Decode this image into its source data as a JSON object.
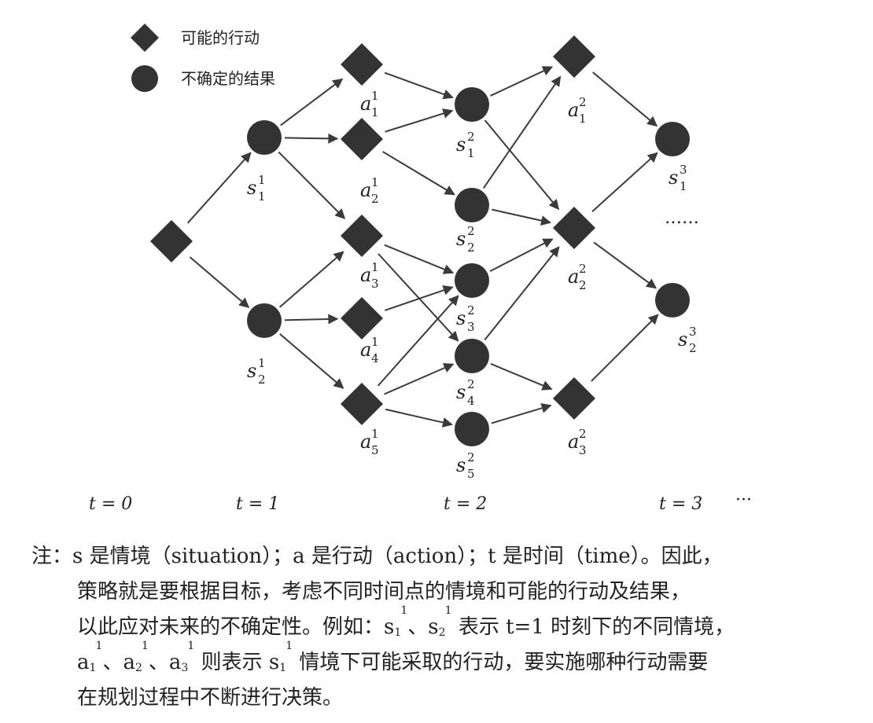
{
  "legend": {
    "action": "可能的行动",
    "outcome": "不确定的结果"
  },
  "nodes": [
    {
      "id": "a0",
      "shape": "diamond",
      "label": "",
      "base": "",
      "sup": "",
      "sub": ""
    },
    {
      "id": "s1_1",
      "shape": "circle",
      "label": "s_1^1",
      "base": "s",
      "sup": "1",
      "sub": "1"
    },
    {
      "id": "s1_2",
      "shape": "circle",
      "label": "s_2^1",
      "base": "s",
      "sup": "1",
      "sub": "2"
    },
    {
      "id": "a1_1",
      "shape": "diamond",
      "label": "a_1^1",
      "base": "a",
      "sup": "1",
      "sub": "1"
    },
    {
      "id": "a1_2",
      "shape": "diamond",
      "label": "a_2^1",
      "base": "a",
      "sup": "1",
      "sub": "2"
    },
    {
      "id": "a1_3",
      "shape": "diamond",
      "label": "a_3^1",
      "base": "a",
      "sup": "1",
      "sub": "3"
    },
    {
      "id": "a1_4",
      "shape": "diamond",
      "label": "a_4^1",
      "base": "a",
      "sup": "1",
      "sub": "4"
    },
    {
      "id": "a1_5",
      "shape": "diamond",
      "label": "a_5^1",
      "base": "a",
      "sup": "1",
      "sub": "5"
    },
    {
      "id": "s2_1",
      "shape": "circle",
      "label": "s_1^2",
      "base": "s",
      "sup": "2",
      "sub": "1"
    },
    {
      "id": "s2_2",
      "shape": "circle",
      "label": "s_2^2",
      "base": "s",
      "sup": "2",
      "sub": "2"
    },
    {
      "id": "s2_3",
      "shape": "circle",
      "label": "s_3^2",
      "base": "s",
      "sup": "2",
      "sub": "3"
    },
    {
      "id": "s2_4",
      "shape": "circle",
      "label": "s_4^2",
      "base": "s",
      "sup": "2",
      "sub": "4"
    },
    {
      "id": "s2_5",
      "shape": "circle",
      "label": "s_5^2",
      "base": "s",
      "sup": "2",
      "sub": "5"
    },
    {
      "id": "a2_1",
      "shape": "diamond",
      "label": "a_1^2",
      "base": "a",
      "sup": "2",
      "sub": "1"
    },
    {
      "id": "a2_2",
      "shape": "diamond",
      "label": "a_2^2",
      "base": "a",
      "sup": "2",
      "sub": "2"
    },
    {
      "id": "a2_3",
      "shape": "diamond",
      "label": "a_3^2",
      "base": "a",
      "sup": "2",
      "sub": "3"
    },
    {
      "id": "s3_1",
      "shape": "circle",
      "label": "s_1^3",
      "base": "s",
      "sup": "3",
      "sub": "1"
    },
    {
      "id": "s3_2",
      "shape": "circle",
      "label": "s_2^3",
      "base": "s",
      "sup": "3",
      "sub": "2"
    }
  ],
  "edges": [
    [
      "a0",
      "s1_1"
    ],
    [
      "a0",
      "s1_2"
    ],
    [
      "s1_1",
      "a1_1"
    ],
    [
      "s1_1",
      "a1_2"
    ],
    [
      "s1_1",
      "a1_3"
    ],
    [
      "s1_2",
      "a1_3"
    ],
    [
      "s1_2",
      "a1_4"
    ],
    [
      "s1_2",
      "a1_5"
    ],
    [
      "a1_1",
      "s2_1"
    ],
    [
      "a1_2",
      "s2_1"
    ],
    [
      "a1_2",
      "s2_2"
    ],
    [
      "a1_3",
      "s2_3"
    ],
    [
      "a1_3",
      "s2_4"
    ],
    [
      "a1_4",
      "s2_3"
    ],
    [
      "a1_5",
      "s2_3"
    ],
    [
      "a1_5",
      "s2_4"
    ],
    [
      "a1_5",
      "s2_5"
    ],
    [
      "s2_1",
      "a2_1"
    ],
    [
      "s2_1",
      "a2_2"
    ],
    [
      "s2_2",
      "a2_1"
    ],
    [
      "s2_2",
      "a2_2"
    ],
    [
      "s2_3",
      "a2_2"
    ],
    [
      "s2_4",
      "a2_2"
    ],
    [
      "s2_4",
      "a2_3"
    ],
    [
      "s2_5",
      "a2_3"
    ],
    [
      "a2_1",
      "s3_1"
    ],
    [
      "a2_2",
      "s3_1"
    ],
    [
      "a2_2",
      "s3_2"
    ],
    [
      "a2_3",
      "s3_2"
    ]
  ],
  "continuation": "……",
  "time_labels": [
    "t = 0",
    "t = 1",
    "t = 2",
    "t = 3"
  ],
  "time_continuation": "···",
  "note": {
    "line1": "注：s 是情境（situation）；a 是行动（action）；t 是时间（time）。因此，",
    "line2": "策略就是要根据目标，考虑不同时间点的情境和可能的行动及结果，",
    "line3": {
      "p1": "以此应对未来的不确定性。例如：",
      "sep": "、",
      "p2": "表示 t=1 时刻下的不同情境，"
    },
    "line4": {
      "sep": "、",
      "p1": "则表示",
      "p2": "情境下可能采取的行动，要实施哪种行动需要"
    },
    "line5": "在规划过程中不断进行决策。",
    "math_base": "s",
    "math_base_a": "a",
    "m1_sup": "1",
    "m1_sub": "1",
    "m2_sup": "1",
    "m2_sub": "2",
    "m3_sup": "1",
    "m3_sub": "1",
    "m4_sup": "1",
    "m4_sub": "2",
    "m5_sup": "1",
    "m5_sub": "3",
    "m6_sup": "1",
    "m6_sub": "1"
  },
  "colors": {
    "node": "#333333",
    "edge": "#3a3a3a",
    "text": "#222222"
  }
}
